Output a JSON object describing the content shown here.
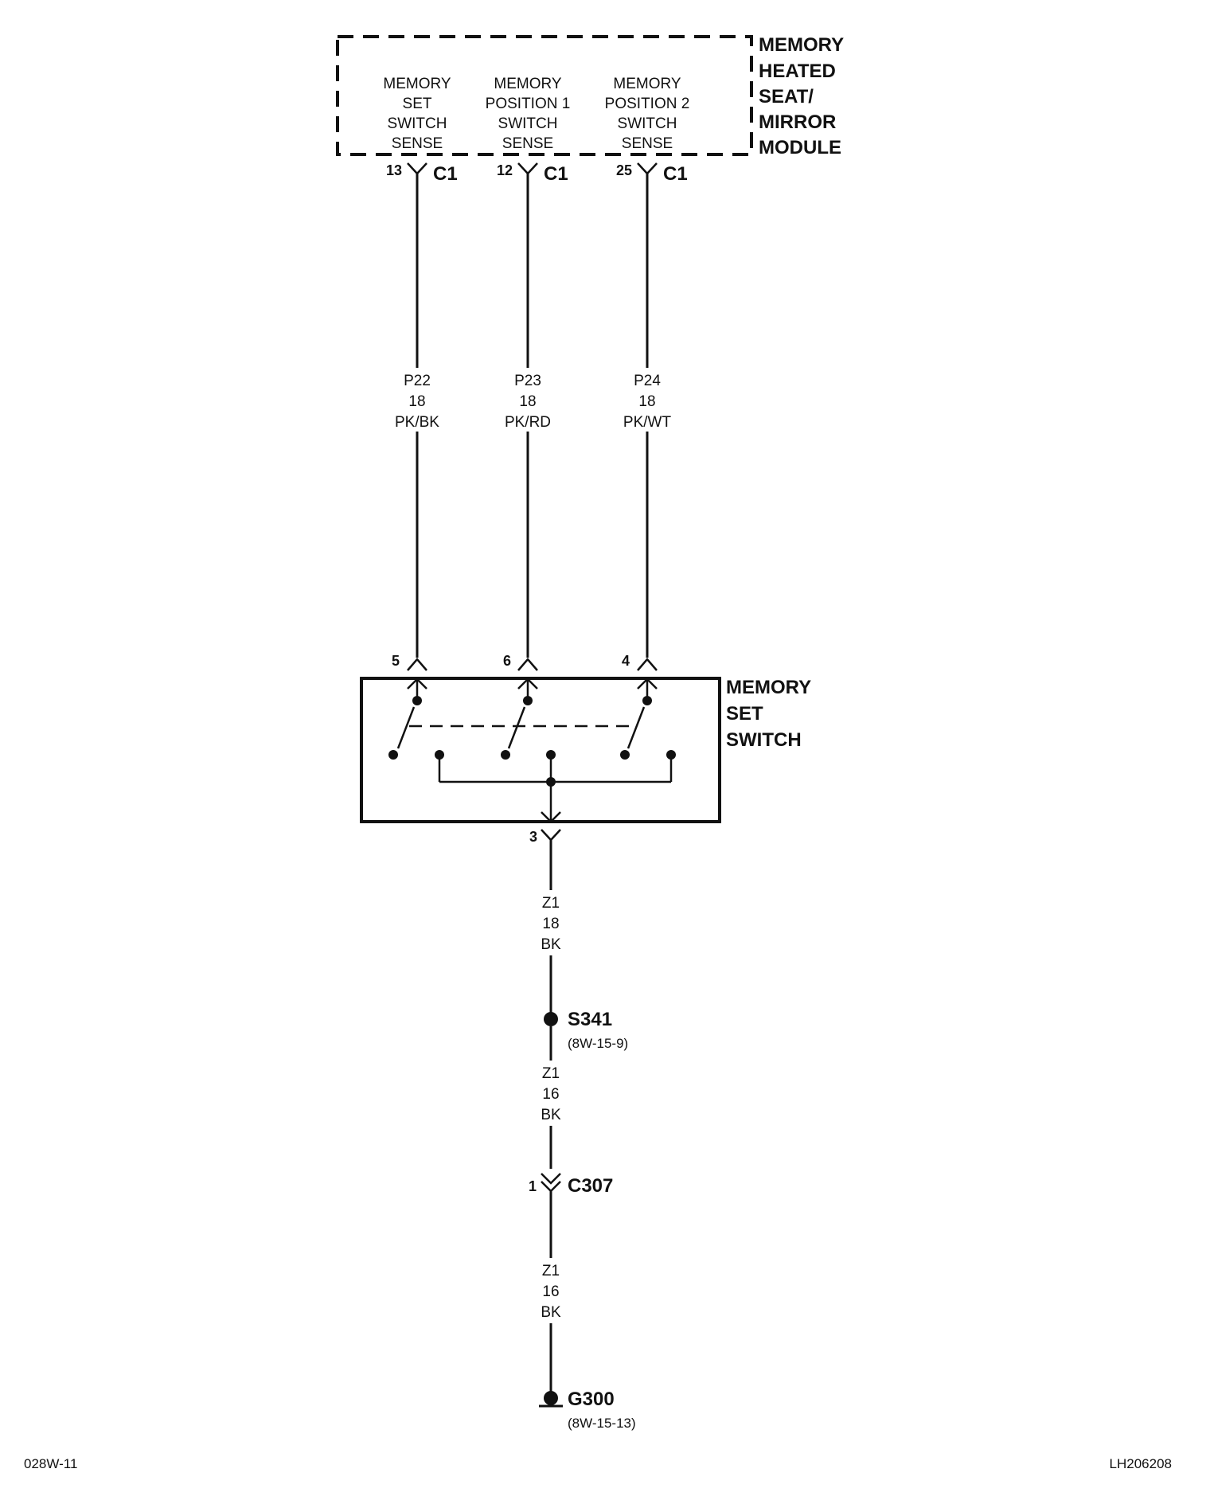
{
  "module": {
    "name_lines": [
      "MEMORY",
      "HEATED",
      "SEAT/",
      "MIRROR",
      "MODULE"
    ],
    "pins": [
      {
        "label_lines": [
          "MEMORY",
          "SET",
          "SWITCH",
          "SENSE"
        ],
        "pin": "13",
        "connector": "C1"
      },
      {
        "label_lines": [
          "MEMORY",
          "POSITION 1",
          "SWITCH",
          "SENSE"
        ],
        "pin": "12",
        "connector": "C1"
      },
      {
        "label_lines": [
          "MEMORY",
          "POSITION 2",
          "SWITCH",
          "SENSE"
        ],
        "pin": "25",
        "connector": "C1"
      }
    ]
  },
  "wires_top": [
    {
      "circuit": "P22",
      "gauge": "18",
      "color": "PK/BK"
    },
    {
      "circuit": "P23",
      "gauge": "18",
      "color": "PK/RD"
    },
    {
      "circuit": "P24",
      "gauge": "18",
      "color": "PK/WT"
    }
  ],
  "switch": {
    "name_lines": [
      "MEMORY",
      "SET",
      "SWITCH"
    ],
    "input_pins": [
      "5",
      "6",
      "4"
    ],
    "output_pin": "3"
  },
  "ground_path": {
    "wire1": {
      "circuit": "Z1",
      "gauge": "18",
      "color": "BK"
    },
    "splice": {
      "name": "S341",
      "ref": "(8W-15-9)"
    },
    "wire2": {
      "circuit": "Z1",
      "gauge": "16",
      "color": "BK"
    },
    "connector": {
      "pin": "1",
      "name": "C307"
    },
    "wire3": {
      "circuit": "Z1",
      "gauge": "16",
      "color": "BK"
    },
    "ground": {
      "name": "G300",
      "ref": "(8W-15-13)"
    }
  },
  "footer": {
    "left": "028W-11",
    "right": "LH206208"
  }
}
